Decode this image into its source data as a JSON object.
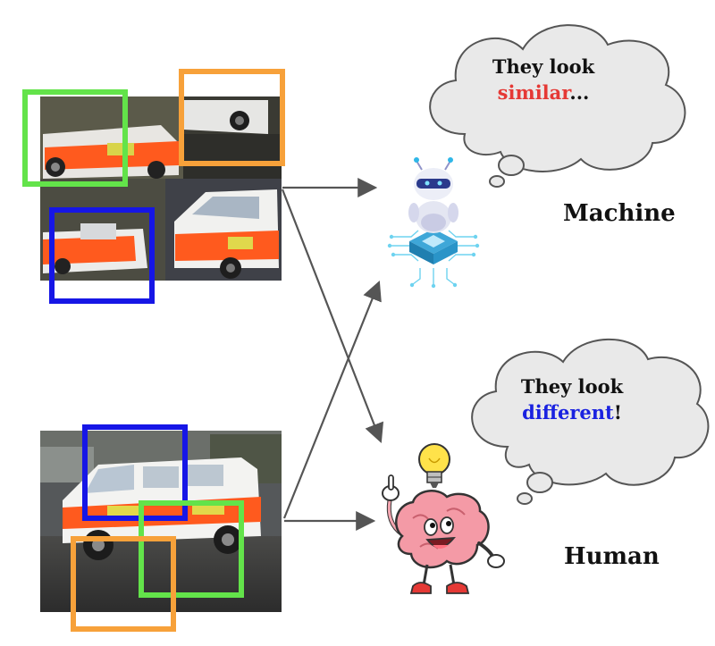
{
  "figure": {
    "labels": {
      "machine": "Machine",
      "human": "Human"
    },
    "machine_thought": {
      "line1": "They look",
      "keyword": "similar",
      "suffix": "...",
      "keyword_color": "#e53935"
    },
    "human_thought": {
      "line1": "They look",
      "keyword": "different",
      "suffix": "!",
      "keyword_color": "#1a22e0"
    },
    "box_colors": {
      "green": "#63e34a",
      "orange": "#f7a13a",
      "blue": "#1616e6"
    },
    "icons": {
      "machine": "robot-on-chip-icon",
      "human": "cartoon-brain-with-lightbulb-icon"
    }
  }
}
